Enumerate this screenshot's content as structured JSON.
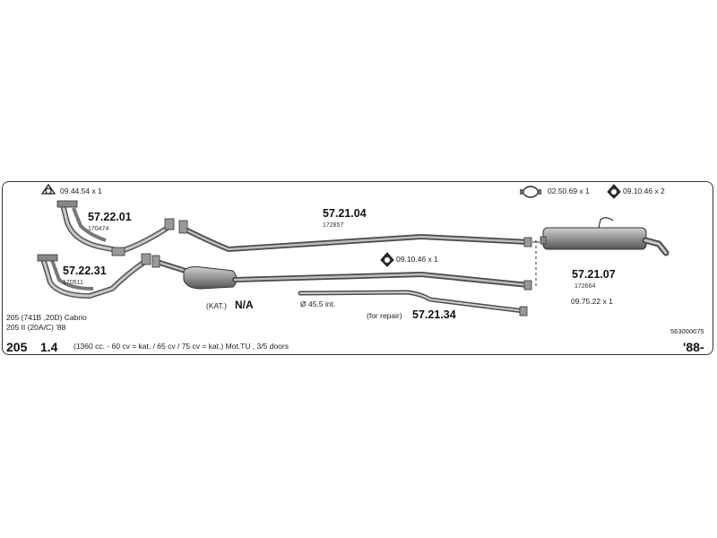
{
  "parts": {
    "p_57_22_01": {
      "number": "57.22.01",
      "code": "170474"
    },
    "p_57_22_31": {
      "number": "57.22.31",
      "code": "170511"
    },
    "p_57_21_04": {
      "number": "57.21.04",
      "code": "172857"
    },
    "p_57_21_07": {
      "number": "57.21.07",
      "code": "172664",
      "extra": "09.75.22  x 1"
    },
    "p_57_21_34": {
      "number": "57.21.34",
      "prefix": "(for repair)",
      "diameter": "Ø 45,5 int."
    }
  },
  "accessories": {
    "gasket_top": "09.44.54  x 1",
    "clamp_right": "02.50.69  x 1",
    "ring_right": "09.10.46  x 2",
    "ring_mid": "09.10.46  x 1"
  },
  "catalyst": {
    "prefix": "(KAT.)",
    "value": "N/A"
  },
  "vehicle": {
    "line1": "205 (741B ,20D) Cabrio",
    "line2": "205 II (20A/C) '88",
    "model": "205",
    "engine": "1.4",
    "details": "(1360 cc. - 60 cv = kat. / 65 cv / 75 cv = kat.)   Mot.TU , 3/5 doors",
    "year": "'88-",
    "catalog_code": "563000075"
  },
  "colors": {
    "pipe": "#8a8a8a",
    "pipe_dark": "#4a4a4a",
    "muffler": "#9a9a9a",
    "border": "#333333"
  }
}
